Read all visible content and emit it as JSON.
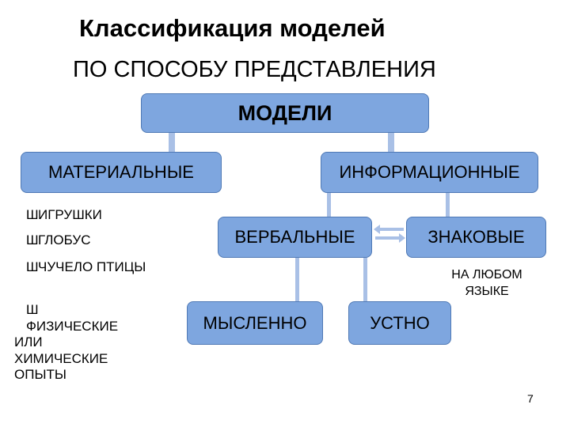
{
  "title": "Классификация моделей",
  "subtitle": "ПО СПОСОБУ ПРЕДСТАВЛЕНИЯ",
  "nodes": {
    "models": "МОДЕЛИ",
    "material": "МАТЕРИАЛЬНЫЕ",
    "informational": "ИНФОРМАЦИОННЫЕ",
    "verbal": "ВЕРБАЛЬНЫЕ",
    "sign": "ЗНАКОВЫЕ",
    "mental": "МЫСЛЕННО",
    "oral": "УСТНО"
  },
  "material_examples": [
    {
      "bullet": "Ш",
      "text": "ИГРУШКИ"
    },
    {
      "bullet": "Ш",
      "text": "ГЛОБУС"
    },
    {
      "bullet": "Ш",
      "text": "ЧУЧЕЛО ПТИЦЫ"
    },
    {
      "bullet": "Ш",
      "text": "ФИЗИЧЕСКИЕ ИЛИ\nХИМИЧЕСКИЕ\nОПЫТЫ"
    }
  ],
  "sign_note": "НА ЛЮБОМ\nЯЗЫКЕ",
  "page_number": "7",
  "colors": {
    "box_fill": "#7ea6df",
    "box_border": "#4f79b5",
    "connector": "#a9c0e6"
  }
}
